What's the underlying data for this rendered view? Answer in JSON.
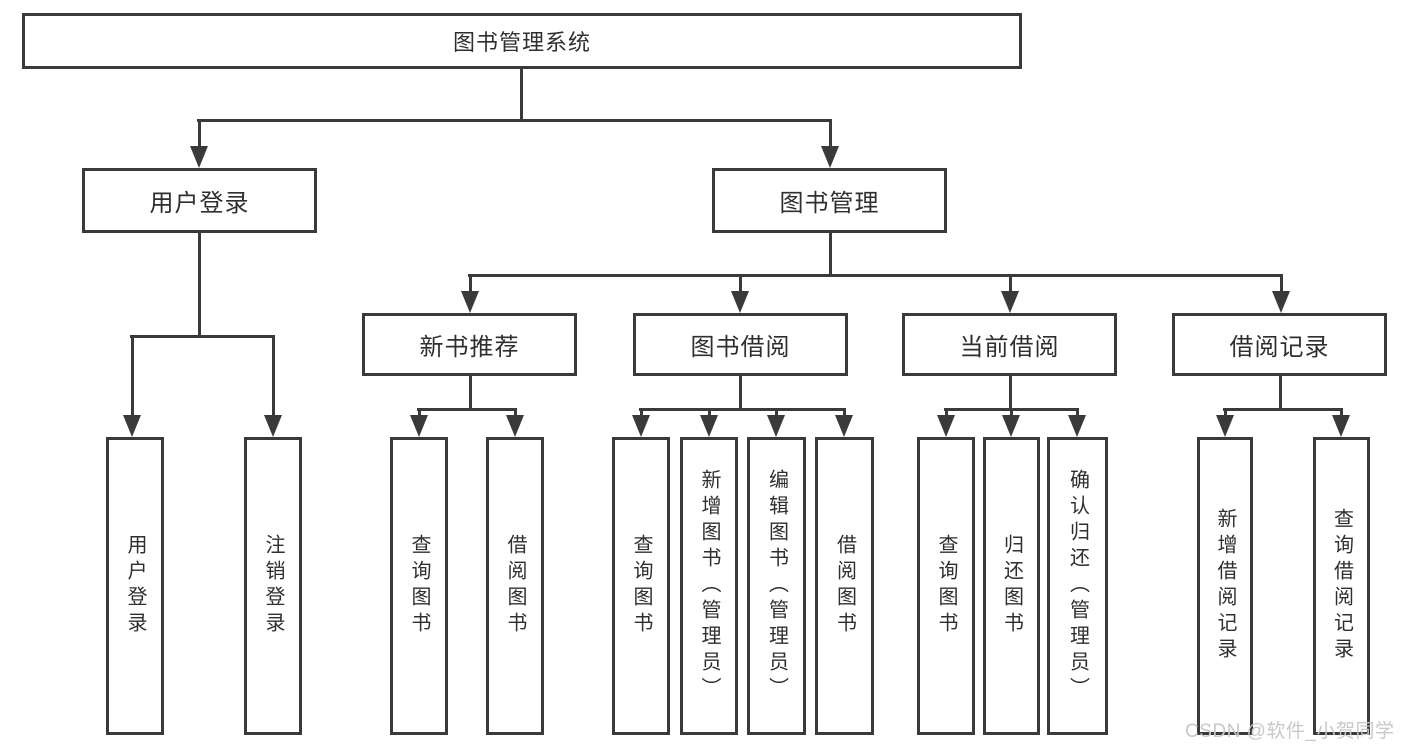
{
  "colors": {
    "line": "#3a3a3a",
    "text": "#2f2f2f",
    "box_fill": "#ffffff",
    "watermark": "#c8c8c8"
  },
  "diagram": {
    "root": "图书管理系统",
    "level2": {
      "user_login": "用户登录",
      "book_mgmt": "图书管理"
    },
    "level3": {
      "new_book": "新书推荐",
      "book_borrow": "图书借阅",
      "current_borrow": "当前借阅",
      "borrow_records": "借阅记录"
    },
    "leaves": {
      "login": [
        "用户登录",
        "注销登录"
      ],
      "new_book": [
        "查询图书",
        "借阅图书"
      ],
      "book_borrow": [
        "查询图书",
        "新增图书（管理员）",
        "编辑图书（管理员）",
        "借阅图书"
      ],
      "current_borrow": [
        "查询图书",
        "归还图书",
        "确认归还（管理员）"
      ],
      "borrow_records": [
        "新增借阅记录",
        "查询借阅记录"
      ]
    }
  },
  "watermark": {
    "text": "CSDN @软件_小贺同学"
  }
}
